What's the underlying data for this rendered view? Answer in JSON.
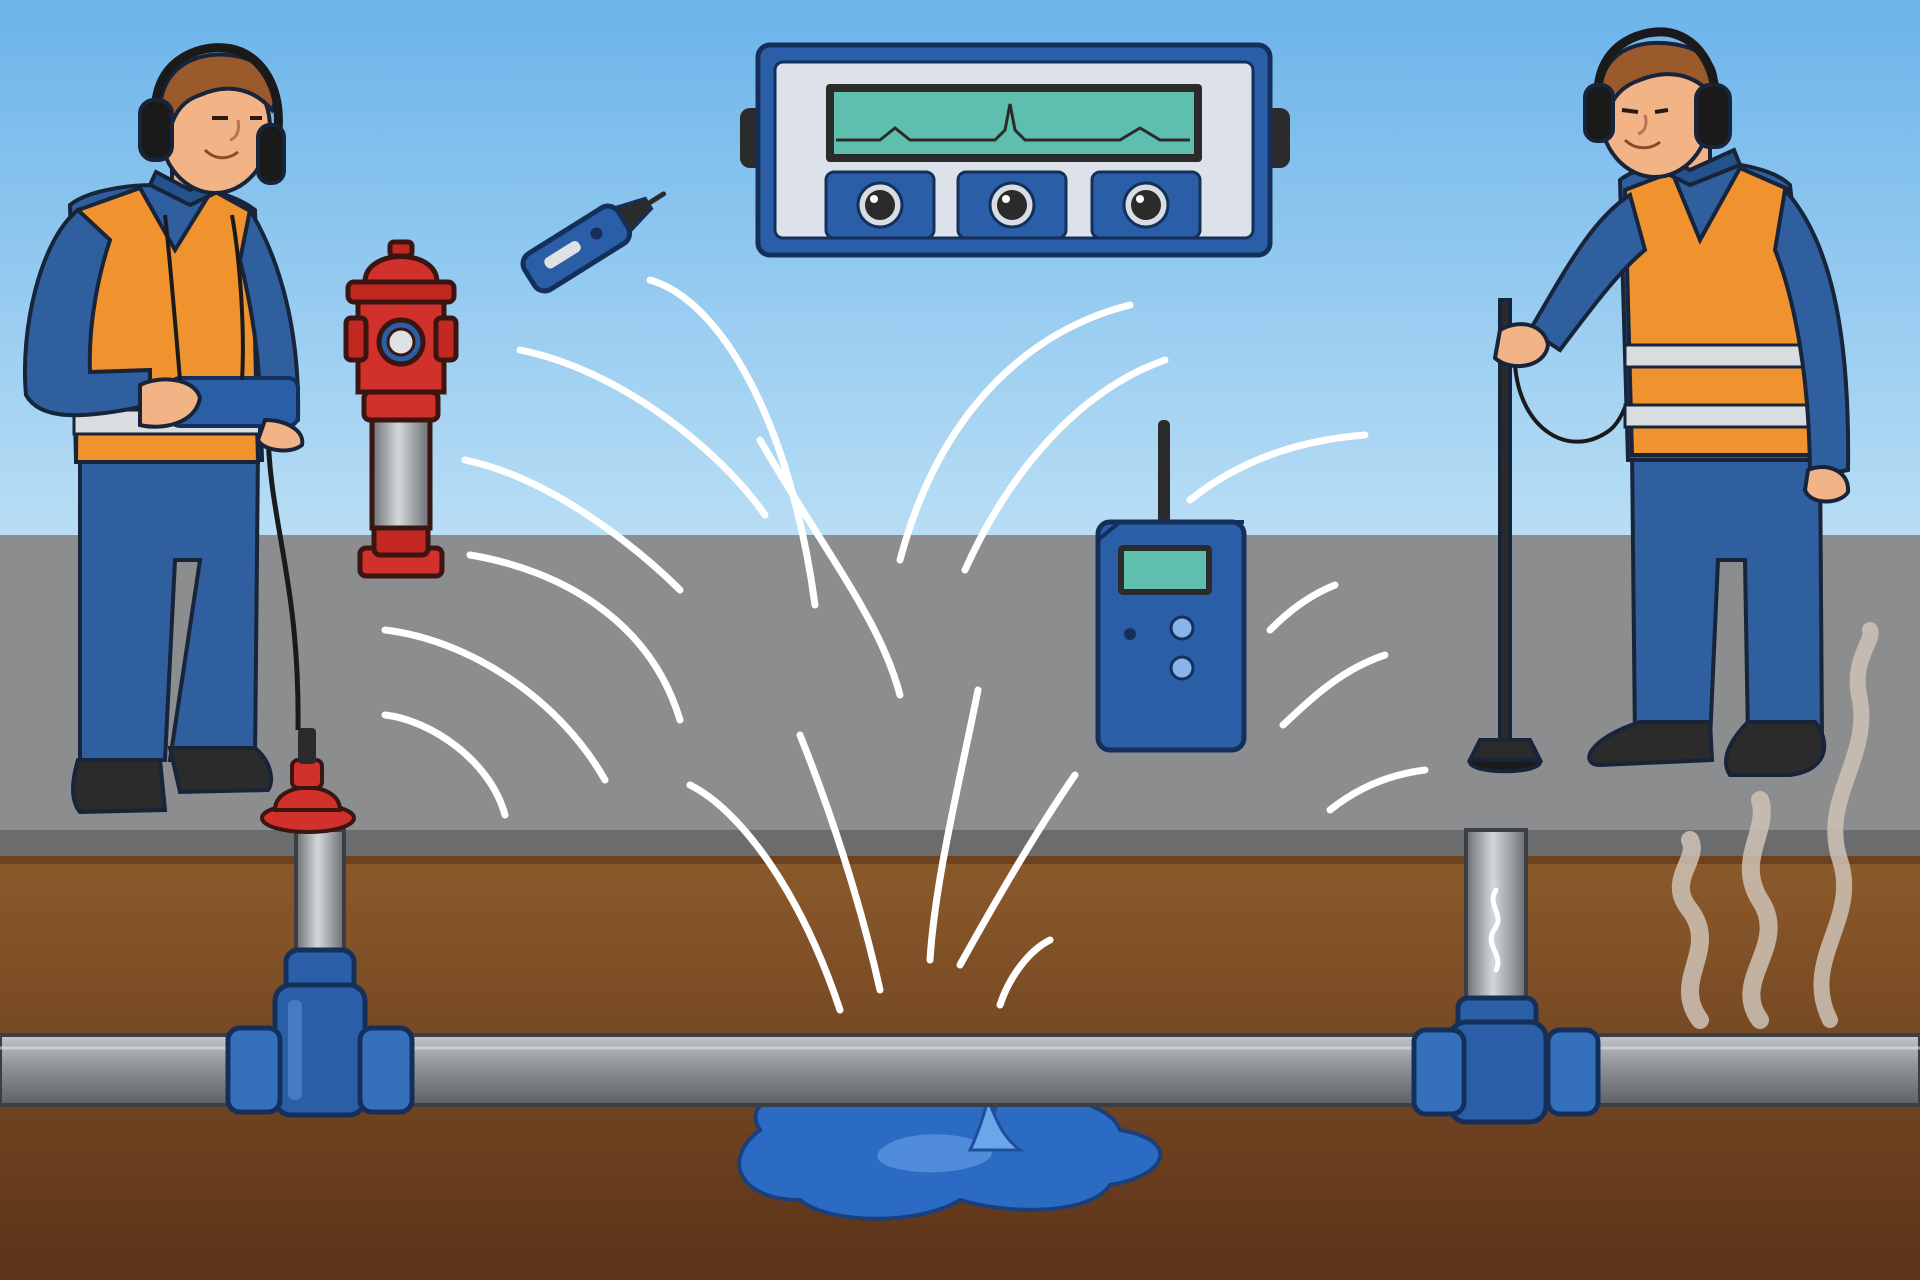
{
  "scene": {
    "colors": {
      "sky_top": "#6cb4ea",
      "sky_bottom": "#b9def5",
      "road": "#8c8d8f",
      "road_edge": "#6b6c6e",
      "soil_top": "#8b5a2b",
      "soil_bottom": "#5c3319",
      "pipe": "#8f9397",
      "fitting_blue": "#2a5fa8",
      "vest_orange": "#f0922e",
      "uniform_blue": "#2f5f9e",
      "water": "#2c6bc4",
      "hydrant_red": "#d2302a",
      "device_screen": "#5fbfae"
    },
    "objects": [
      {
        "name": "worker-left-listening-with-ground-microphone"
      },
      {
        "name": "worker-right-with-listening-rod"
      },
      {
        "name": "fire-hydrant"
      },
      {
        "name": "leak-noise-correlator-display"
      },
      {
        "name": "handheld-listening-probe"
      },
      {
        "name": "acoustic-logger-unit"
      },
      {
        "name": "underground-water-main"
      },
      {
        "name": "pipe-leak-with-water-pool"
      },
      {
        "name": "steam-plume"
      }
    ]
  }
}
